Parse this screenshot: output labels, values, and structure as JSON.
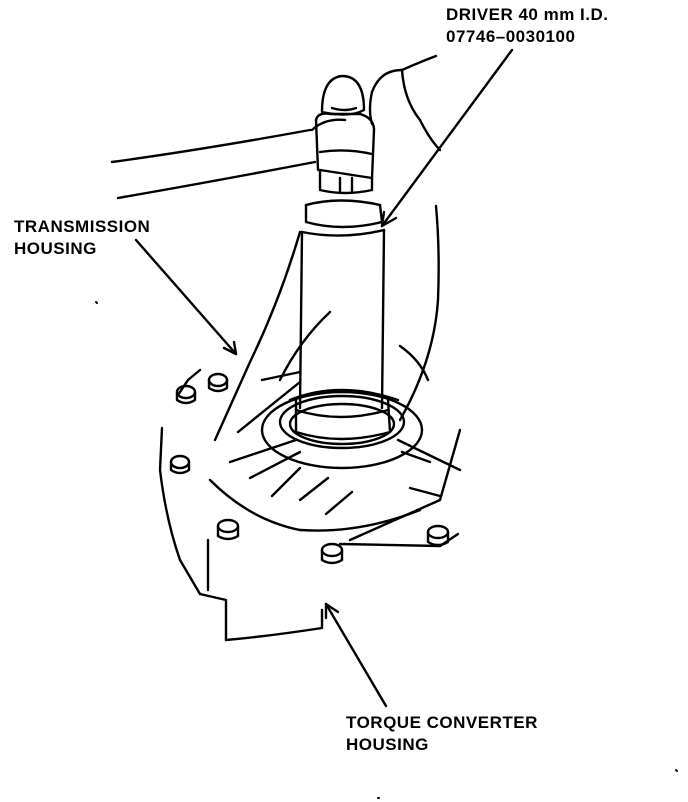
{
  "labels": {
    "driver_line1": "DRIVER 40 mm I.D.",
    "driver_line2": "07746–0030100",
    "transmission_line1": "TRANSMISSION",
    "transmission_line2": "HOUSING",
    "torque_line1": "TORQUE CONVERTER",
    "torque_line2": "HOUSING"
  },
  "colors": {
    "ink": "#000000",
    "paper": "#ffffff"
  }
}
